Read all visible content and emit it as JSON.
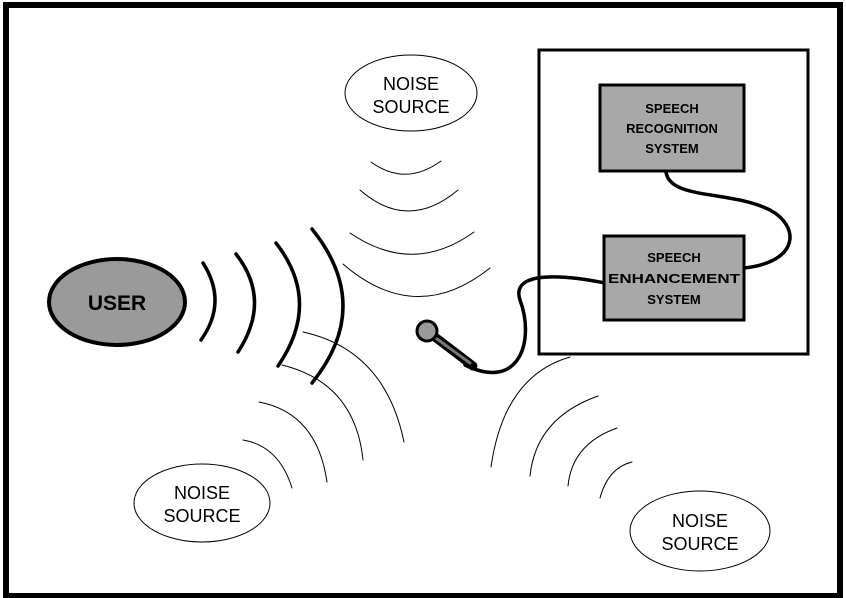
{
  "colors": {
    "ink": "#000000",
    "block_fill": "#a8a8a8",
    "user_fill": "#9a9a9a",
    "paper": "#ffffff"
  },
  "diagram": {
    "user": {
      "label": "USER"
    },
    "noise_sources": [
      {
        "line1": "NOISE",
        "line2": "SOURCE"
      },
      {
        "line1": "NOISE",
        "line2": "SOURCE"
      },
      {
        "line1": "NOISE",
        "line2": "SOURCE"
      }
    ],
    "speech_recognition": {
      "line1": "SPEECH",
      "line2": "RECOGNITION",
      "line3": "SYSTEM"
    },
    "speech_enhancement": {
      "line1": "SPEECH",
      "line2": "ENHANCEMENT",
      "line3": "SYSTEM"
    },
    "microphone_icon": "microphone-icon"
  }
}
